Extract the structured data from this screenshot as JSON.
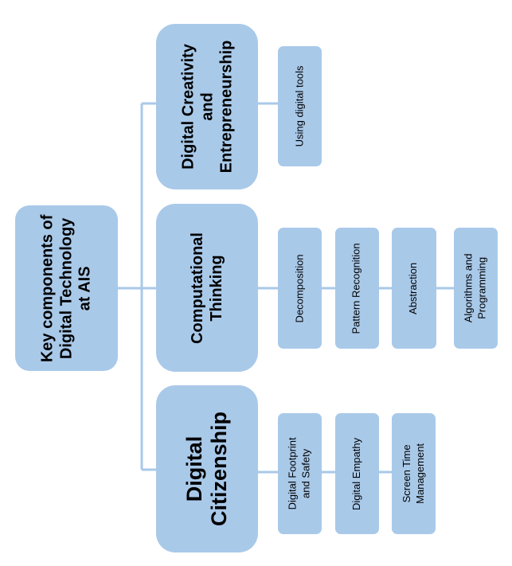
{
  "root": {
    "lines": [
      "Key components of",
      "Digital Technology",
      "at AIS"
    ]
  },
  "branches": [
    {
      "id": "digital-creativity",
      "lines": [
        "Digital Creativity",
        "and",
        "Entrepreneurship"
      ],
      "items": [
        {
          "lines": [
            "Using digital tools"
          ]
        }
      ]
    },
    {
      "id": "computational-thinking",
      "lines": [
        "Computational",
        "Thinking"
      ],
      "items": [
        {
          "lines": [
            "Decomposition"
          ]
        },
        {
          "lines": [
            "Pattern Recognition"
          ]
        },
        {
          "lines": [
            "Abstraction"
          ]
        },
        {
          "lines": [
            "Algorithms and",
            "Programming"
          ]
        }
      ]
    },
    {
      "id": "digital-citizenship",
      "lines": [
        "Digital",
        "Citizenship"
      ],
      "items": [
        {
          "lines": [
            "Digital Footprint",
            "and Safety"
          ]
        },
        {
          "lines": [
            "Digital Empathy"
          ]
        },
        {
          "lines": [
            "Screen Time",
            "Management"
          ]
        }
      ]
    }
  ],
  "colors": {
    "box": "#a9c9e9",
    "connector": "#a9c9e9",
    "text": "#000000"
  }
}
